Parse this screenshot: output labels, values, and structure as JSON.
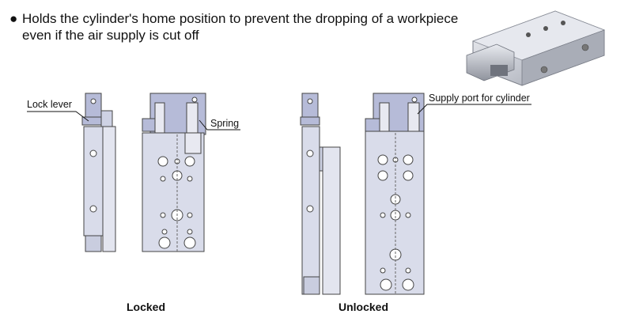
{
  "headline": {
    "bullet": "●",
    "line1": "Holds the cylinder's home position to prevent the dropping of a workpiece",
    "line2": "even if the air supply is cut off"
  },
  "labels": {
    "lock_lever": "Lock lever",
    "spring": "Spring",
    "supply_port": "Supply port for cylinder"
  },
  "captions": {
    "locked": "Locked",
    "unlocked": "Unlocked"
  },
  "colors": {
    "body_fill": "#d9dcea",
    "header_fill": "#b6bbd8",
    "outline": "#444444"
  }
}
